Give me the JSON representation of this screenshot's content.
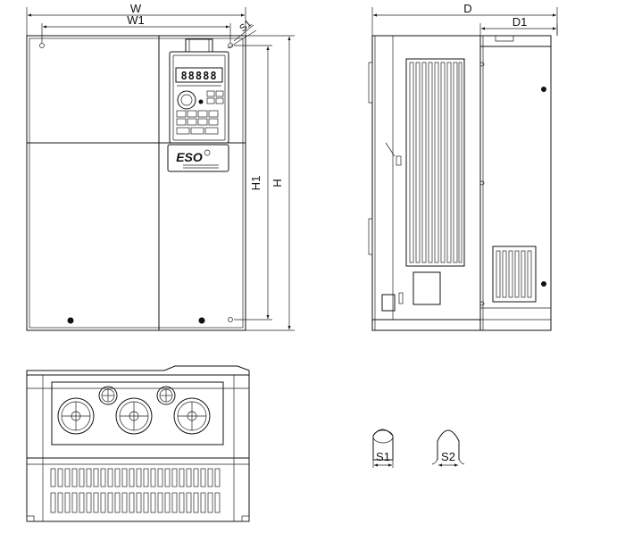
{
  "labels": {
    "w": "W",
    "w1": "W1",
    "s1_top": "S1",
    "h": "H",
    "h1": "H1",
    "d": "D",
    "d1": "D1",
    "s1": "S1",
    "s2": "S2"
  },
  "device": {
    "brand": "ESO",
    "display": "88888"
  },
  "colors": {
    "stroke": "#111111",
    "background": "#ffffff"
  }
}
